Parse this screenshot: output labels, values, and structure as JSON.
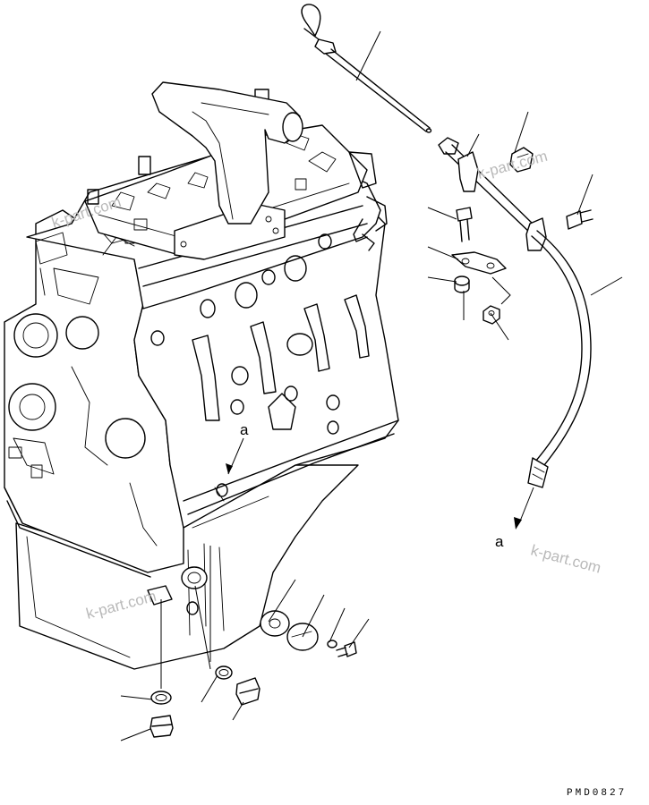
{
  "watermark": "k-part.com",
  "callouts": {
    "a_upper": "a",
    "a_lower": "a"
  },
  "drawing_code": "PMD0827"
}
